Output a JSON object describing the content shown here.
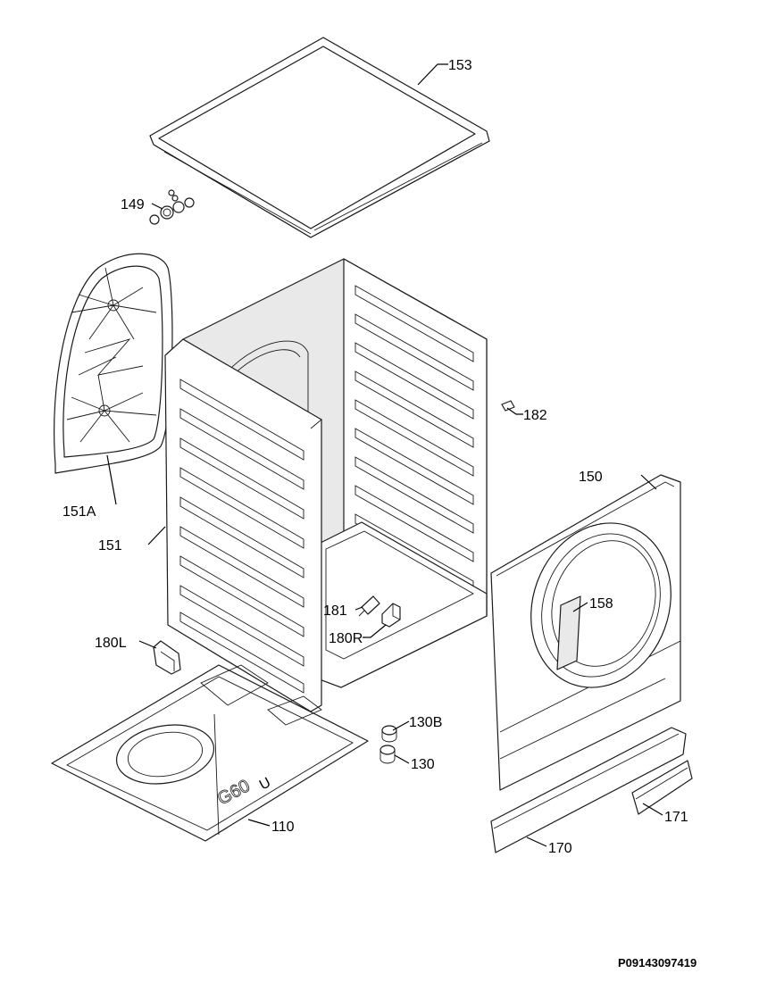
{
  "labels": {
    "l153": "153",
    "l149": "149",
    "l182": "182",
    "l150": "150",
    "l151A": "151A",
    "l151": "151",
    "l158": "158",
    "l181": "181",
    "l180R": "180R",
    "l180L": "180L",
    "l130B": "130B",
    "l130": "130",
    "l171": "171",
    "l110": "110",
    "l170": "170"
  },
  "base_marking": "G60",
  "base_marking_suffix": "U",
  "footer": {
    "code": "P09143097419"
  }
}
